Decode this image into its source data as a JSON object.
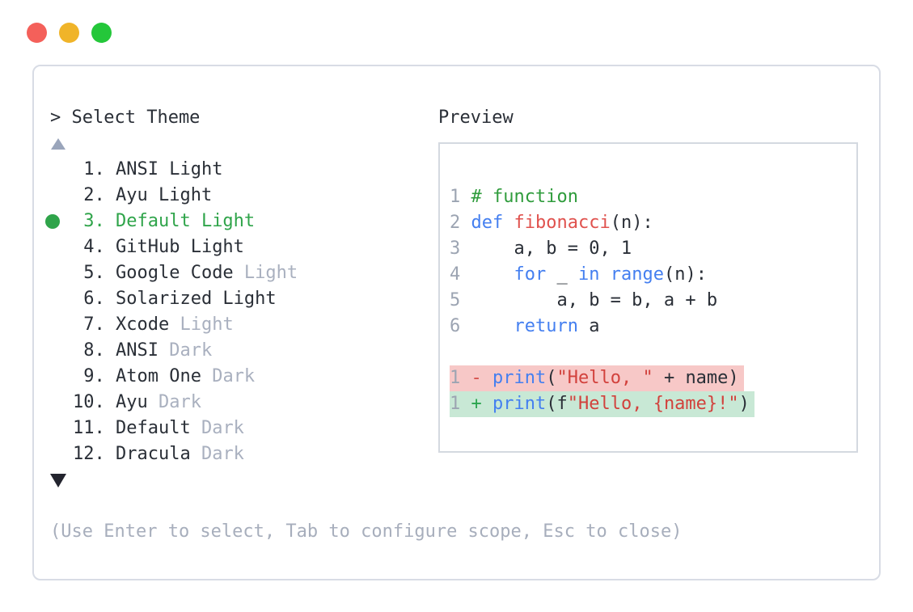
{
  "window": {
    "controls": [
      {
        "name": "close",
        "color": "#f4605a"
      },
      {
        "name": "minimize",
        "color": "#f0b429"
      },
      {
        "name": "zoom",
        "color": "#24c73a"
      }
    ]
  },
  "selector": {
    "prompt": "> Select Theme",
    "items": [
      {
        "num": "1",
        "name": "ANSI Light",
        "muted": "",
        "selected": false
      },
      {
        "num": "2",
        "name": "Ayu Light",
        "muted": "",
        "selected": false
      },
      {
        "num": "3",
        "name": "Default Light",
        "muted": "",
        "selected": true
      },
      {
        "num": "4",
        "name": "GitHub Light",
        "muted": "",
        "selected": false
      },
      {
        "num": "5",
        "name": "Google Code",
        "muted": "Light",
        "selected": false
      },
      {
        "num": "6",
        "name": "Solarized Light",
        "muted": "",
        "selected": false
      },
      {
        "num": "7",
        "name": "Xcode",
        "muted": "Light",
        "selected": false
      },
      {
        "num": "8",
        "name": "ANSI",
        "muted": "Dark",
        "selected": false
      },
      {
        "num": "9",
        "name": "Atom One",
        "muted": "Dark",
        "selected": false
      },
      {
        "num": "10",
        "name": "Ayu",
        "muted": "Dark",
        "selected": false
      },
      {
        "num": "11",
        "name": "Default",
        "muted": "Dark",
        "selected": false
      },
      {
        "num": "12",
        "name": "Dracula",
        "muted": "Dark",
        "selected": false
      }
    ],
    "hint": "(Use Enter to select, Tab to configure scope, Esc to close)"
  },
  "preview": {
    "label": "Preview",
    "lines": [
      {
        "num": "1",
        "bg": "",
        "tokens": [
          [
            "comment",
            "# function"
          ]
        ]
      },
      {
        "num": "2",
        "bg": "",
        "tokens": [
          [
            "kw",
            "def "
          ],
          [
            "fn",
            "fibonacci"
          ],
          [
            "plain",
            "(n):"
          ]
        ]
      },
      {
        "num": "3",
        "bg": "",
        "tokens": [
          [
            "plain",
            "    a, b = 0, 1"
          ]
        ]
      },
      {
        "num": "4",
        "bg": "",
        "tokens": [
          [
            "plain",
            "    "
          ],
          [
            "kw",
            "for"
          ],
          [
            "plain",
            " _ "
          ],
          [
            "kw",
            "in"
          ],
          [
            "plain",
            " "
          ],
          [
            "kw",
            "range"
          ],
          [
            "plain",
            "(n):"
          ]
        ]
      },
      {
        "num": "5",
        "bg": "",
        "tokens": [
          [
            "plain",
            "        a, b = b, a + b"
          ]
        ]
      },
      {
        "num": "6",
        "bg": "",
        "tokens": [
          [
            "plain",
            "    "
          ],
          [
            "kw",
            "return"
          ],
          [
            "plain",
            " a"
          ]
        ]
      },
      {
        "num": "",
        "bg": "",
        "tokens": []
      },
      {
        "num": "1",
        "bg": "del",
        "tokens": [
          [
            "del-sign",
            "- "
          ],
          [
            "kw",
            "print"
          ],
          [
            "plain",
            "("
          ],
          [
            "str",
            "\"Hello, \""
          ],
          [
            "plain",
            " + name)"
          ]
        ]
      },
      {
        "num": "1",
        "bg": "add",
        "tokens": [
          [
            "add-sign",
            "+ "
          ],
          [
            "kw",
            "print"
          ],
          [
            "plain",
            "(f"
          ],
          [
            "str",
            "\"Hello, {name}!\""
          ],
          [
            "plain",
            ")"
          ]
        ]
      }
    ]
  },
  "colors": {
    "selected_green": "#2fa44a",
    "keyword_blue": "#447ff0",
    "function_red": "#e0524e",
    "string_red": "#d2413c",
    "comment_green": "#2f9c3c",
    "muted_gray": "#a9b0bf",
    "diff_del_bg": "#f7c8c7",
    "diff_add_bg": "#c8e8d5",
    "panel_border": "#d8dce5"
  }
}
